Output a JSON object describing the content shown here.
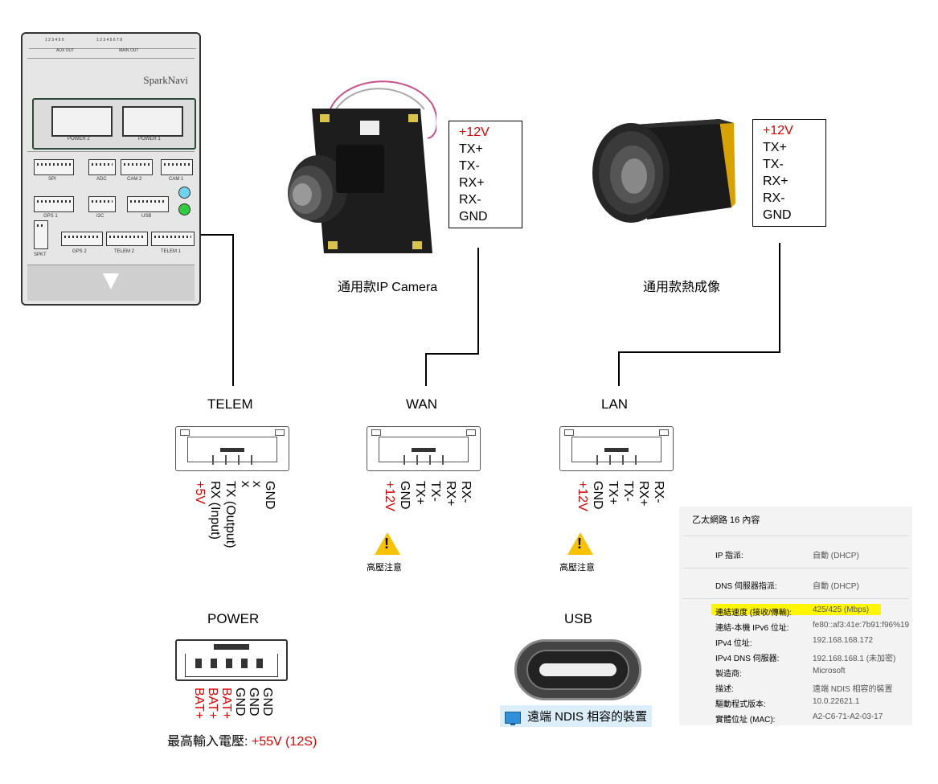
{
  "flight_controller": {
    "brand": "SparkNavi",
    "aux_out": "AUX OUT",
    "main_out": "MAIN OUT",
    "aux_pins": "1 2 3 4 5 6",
    "main_pins": "1 2 3 4 5 6 7 8",
    "power2": "POWER 2",
    "power1": "POWER 1",
    "spi": "SPI",
    "adc": "ADC",
    "cam2": "CAM 2",
    "cam1": "CAM 1",
    "gps1": "GPS 1",
    "i2c": "I2C",
    "usb": "USB",
    "spkt": "SPKT",
    "gps2": "GPS 2",
    "telem2": "TELEM 2",
    "telem1": "TELEM 1"
  },
  "ip_camera": {
    "caption": "通用款IP Camera",
    "pins": [
      "+12V",
      "TX+",
      "TX-",
      "RX+",
      "RX-",
      "GND"
    ]
  },
  "thermal_camera": {
    "caption": "通用款熱成像",
    "pins": [
      "+12V",
      "TX+",
      "TX-",
      "RX+",
      "RX-",
      "GND"
    ]
  },
  "telem": {
    "title": "TELEM",
    "pins": [
      "+5V",
      "RX (Input)",
      "TX (Output)",
      "x",
      "x",
      "GND"
    ]
  },
  "wan": {
    "title": "WAN",
    "pins": [
      "+12V",
      "GND",
      "TX+",
      "TX-",
      "RX+",
      "RX-"
    ],
    "warning": "高壓注意"
  },
  "lan": {
    "title": "LAN",
    "pins": [
      "+12V",
      "GND",
      "TX+",
      "TX-",
      "RX+",
      "RX-"
    ],
    "warning": "高壓注意"
  },
  "power": {
    "title": "POWER",
    "pins": [
      "BAT+",
      "BAT+",
      "BAT+",
      "GND",
      "GND",
      "GND"
    ],
    "max_voltage_label": "最高輸入電壓: ",
    "max_voltage_value": "+55V (12S)"
  },
  "usb_port": {
    "title": "USB",
    "device_label": "遠端 NDIS 相容的裝置"
  },
  "properties": {
    "title": "乙太網路 16 內容",
    "rows": [
      {
        "key": "IP 指派:",
        "value": "自動 (DHCP)"
      },
      {
        "key": "DNS 伺服器指派:",
        "value": "自動 (DHCP)"
      },
      {
        "key": "連結速度 (接收/傳輸):",
        "value": "425/425 (Mbps)"
      },
      {
        "key": "連結-本機 IPv6 位址:",
        "value": "fe80::af3:41e:7b91:f96%19"
      },
      {
        "key": "IPv4 位址:",
        "value": "192.168.168.172"
      },
      {
        "key": "IPv4 DNS 伺服器:",
        "value": "192.168.168.1 (未加密)"
      },
      {
        "key": "製造商:",
        "value": "Microsoft"
      },
      {
        "key": "描述:",
        "value": "遠端 NDIS 相容的裝置"
      },
      {
        "key": "驅動程式版本:",
        "value": "10.0.22621.1"
      },
      {
        "key": "實體位址 (MAC):",
        "value": "A2-C6-71-A2-03-17"
      }
    ]
  },
  "colors": {
    "red": "#e00000",
    "highlight": "#fff600",
    "warning": "#f7c200"
  }
}
